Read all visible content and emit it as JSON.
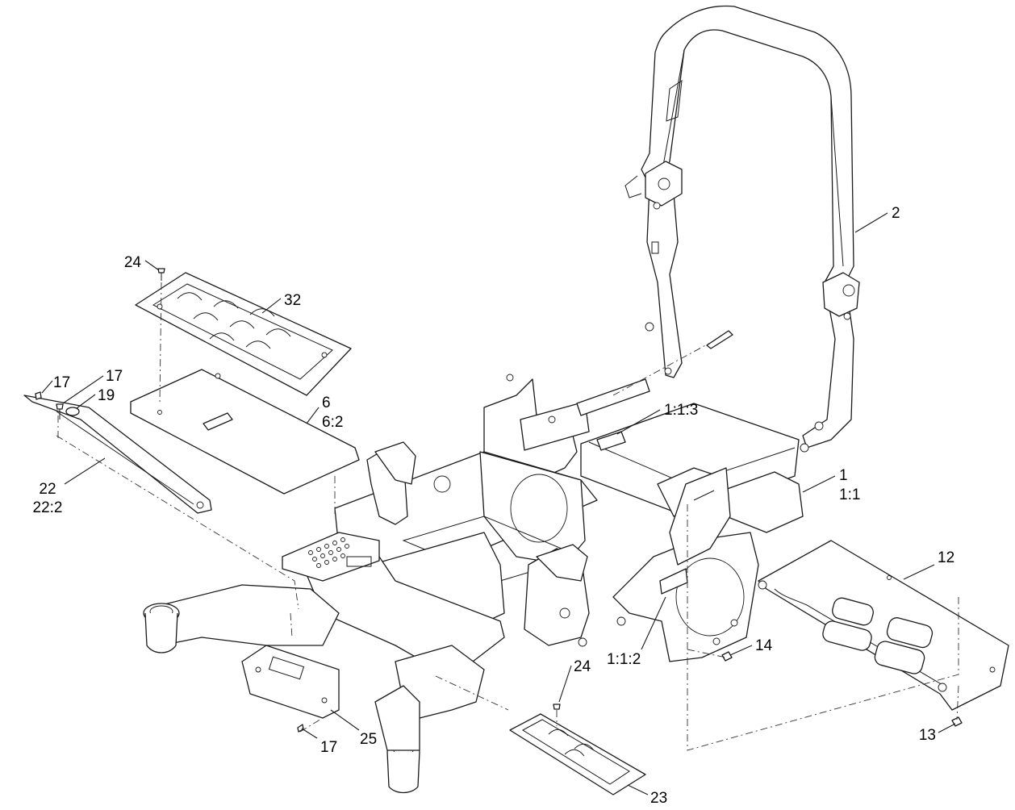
{
  "callouts": {
    "c24_top": "24",
    "c32": "32",
    "c17_a": "17",
    "c17_b": "17",
    "c19": "19",
    "c6": "6",
    "c6_2": "6:2",
    "c22": "22",
    "c22_2": "22:2",
    "c1_1_3": "1:1:3",
    "c2": "2",
    "c1": "1",
    "c1_1": "1:1",
    "c12": "12",
    "c14": "14",
    "c1_1_2": "1:1:2",
    "c24_bottom": "24",
    "c17_c": "17",
    "c25": "25",
    "c13": "13",
    "c23": "23"
  }
}
